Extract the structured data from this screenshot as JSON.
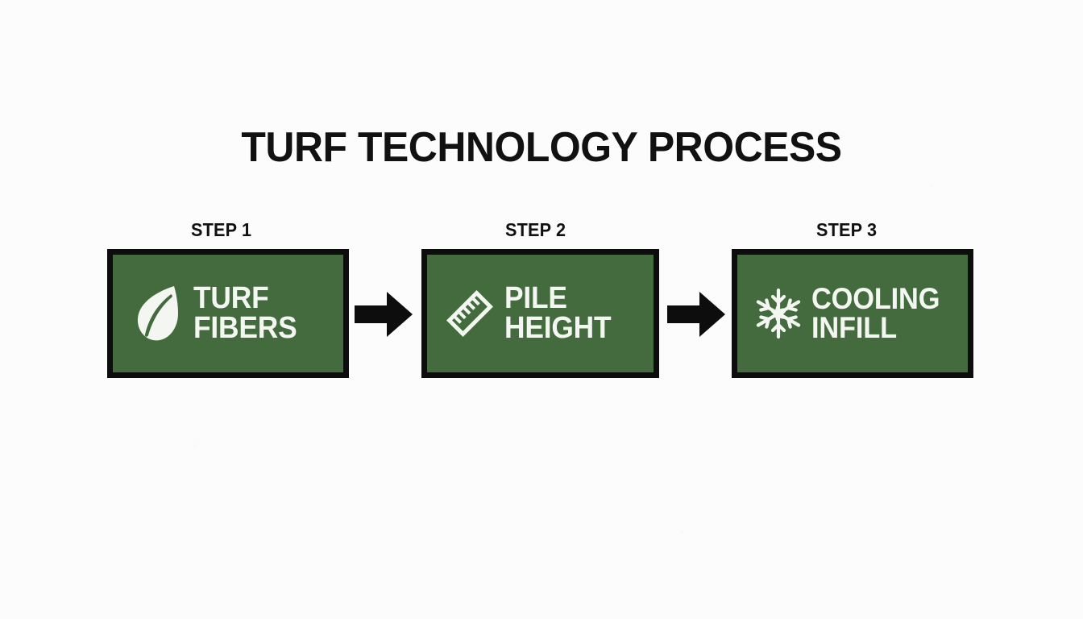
{
  "page": {
    "title": "TURF TECHNOLOGY PROCESS",
    "background_color": "#fcfcfc",
    "title_color": "#111111"
  },
  "theme": {
    "card_fill": "#436b3e",
    "card_border": "#0d0d0d",
    "card_text_color": "#f3f6f1",
    "arrow_color": "#0d0d0d"
  },
  "steps": [
    {
      "step_label": "STEP 1",
      "icon": "leaf-icon",
      "line1": "TURF",
      "line2": "FIBERS"
    },
    {
      "step_label": "STEP 2",
      "icon": "ruler-icon",
      "line1": "PILE",
      "line2": "HEIGHT"
    },
    {
      "step_label": "STEP 3",
      "icon": "snowflake-icon",
      "line1": "COOLING",
      "line2": "INFILL"
    }
  ],
  "connectors": [
    {
      "name": "arrow-right-icon"
    },
    {
      "name": "arrow-right-icon"
    }
  ]
}
